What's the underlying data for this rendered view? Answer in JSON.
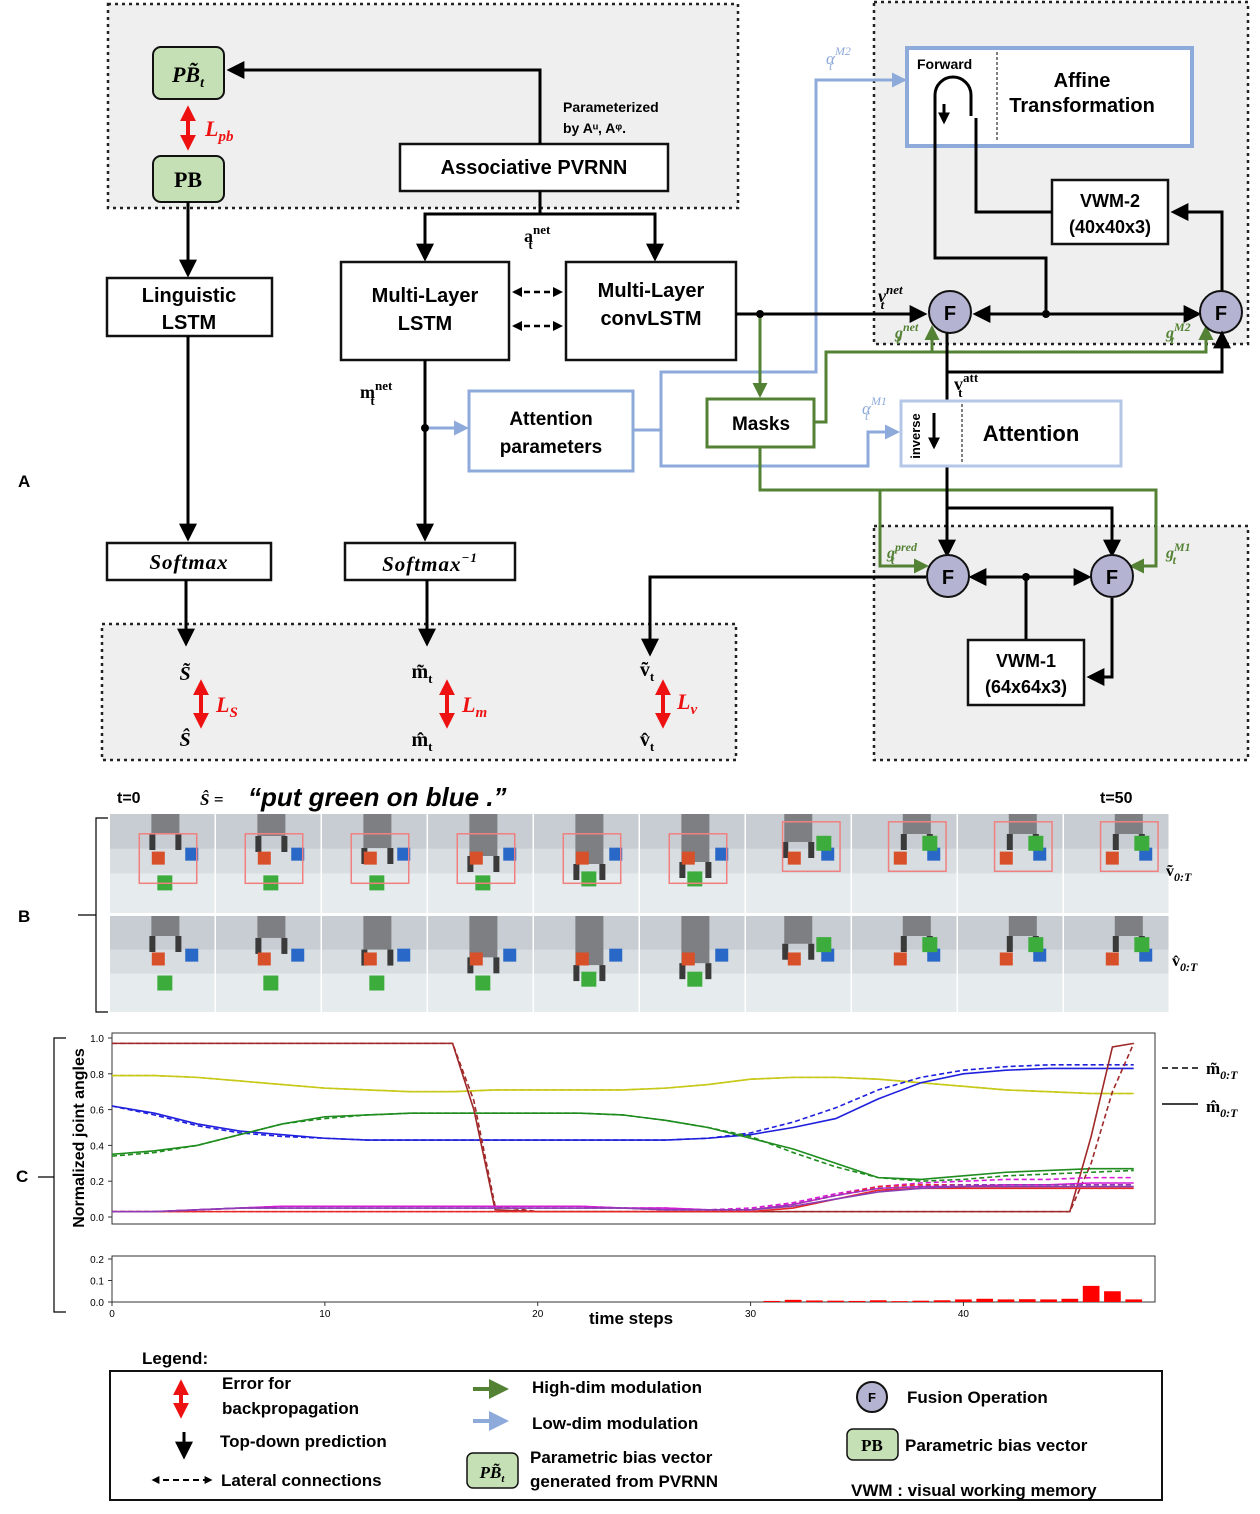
{
  "panel_labels": {
    "a": "A",
    "b": "B",
    "c": "C"
  },
  "diagram": {
    "pb_tilde": "PB̃",
    "pb_tilde_sub": "t",
    "pb": "PB",
    "l_pb": "L",
    "l_pb_sub": "pb",
    "parameterized_line1": "Parameterized",
    "parameterized_line2": "by Aᵘ, Aᵠ.",
    "associative_pvrnn": "Associative PVRNN",
    "a_net": "a",
    "a_net_sup": "net",
    "a_net_sub": "t",
    "linguistic_lstm_line1": "Linguistic",
    "linguistic_lstm_line2": "LSTM",
    "ml_lstm_line1": "Multi-Layer",
    "ml_lstm_line2": "LSTM",
    "ml_convlstm_line1": "Multi-Layer",
    "ml_convlstm_line2": "convLSTM",
    "m_net": "m",
    "m_net_sup": "net",
    "m_net_sub": "t",
    "attention_params_line1": "Attention",
    "attention_params_line2": "parameters",
    "masks": "Masks",
    "alpha_m1": "α",
    "alpha_m1_sup": "M1",
    "alpha_m1_sub": "t",
    "alpha_m2": "α",
    "alpha_m2_sup": "M2",
    "alpha_m2_sub": "t",
    "forward": "Forward",
    "affine_line1": "Affine",
    "affine_line2": "Transformation",
    "inverse": "inverse",
    "attention": "Attention",
    "vwm2_line1": "VWM-2",
    "vwm2_line2": "(40x40x3)",
    "vwm1_line1": "VWM-1",
    "vwm1_line2": "(64x64x3)",
    "fusion": "F",
    "v_net": "v",
    "v_net_sup": "net",
    "v_net_sub": "t",
    "g_net": "g",
    "g_net_sup": "net",
    "g_net_sub": "t",
    "g_m2": "g",
    "g_m2_sup": "M2",
    "g_m2_sub": "t",
    "v_att": "v",
    "v_att_sup": "att",
    "v_att_sub": "t",
    "g_pred": "g",
    "g_pred_sup": "pred",
    "g_pred_sub": "t",
    "g_m1": "g",
    "g_m1_sup": "M1",
    "g_m1_sub": "t",
    "softmax": "Softmax",
    "softmax_inv": "Softmax",
    "softmax_inv_sup": "−1",
    "s_tilde": "S̃",
    "s_hat": "Ŝ",
    "l_s": "L",
    "l_s_sub": "S",
    "m_tilde": "m̃",
    "m_tilde_sub": "t",
    "m_hat": "m̂",
    "m_hat_sub": "t",
    "l_m": "L",
    "l_m_sub": "m",
    "v_tilde": "ṽ",
    "v_tilde_sub": "t",
    "v_hat": "v̂",
    "v_hat_sub": "t",
    "l_v": "L",
    "l_v_sub": "v"
  },
  "sequence": {
    "t_start": "t=0",
    "t_end": "t=50",
    "sentence_symbol": "Ŝ =",
    "sentence": "“put green on blue .”",
    "row_pred_label": "ṽ",
    "row_pred_sub": "0:T",
    "row_gt_label": "v̂",
    "row_gt_sub": "0:T",
    "frames": 10
  },
  "legend": {
    "title": "Legend:",
    "error_line1": "Error for",
    "error_line2": "backpropagation",
    "topdown": "Top-down prediction",
    "lateral": "Lateral connections",
    "highdim": "High-dim modulation",
    "lowdim": "Low-dim modulation",
    "pb_tilde_desc_line1": "Parametric bias vector",
    "pb_tilde_desc_line2": "generated from PVRNN",
    "fusion_desc": "Fusion Operation",
    "pb_desc": "Parametric bias vector",
    "vwm_desc": "VWM :  visual working memory"
  },
  "colors": {
    "green": "#548235",
    "light_blue": "#8eaadb",
    "red": "#ee1111",
    "fusion_fill": "#b4b4d2",
    "pb_fill": "#c5e0b4",
    "panel_bg": "#efefef"
  },
  "chart_data": [
    {
      "type": "line",
      "ylabel": "Normalized joint angles",
      "xlabel": "time steps",
      "xlim": [
        0,
        49
      ],
      "ylim": [
        0,
        1.0
      ],
      "yticks": [
        "0.0",
        "0.2",
        "0.4",
        "0.6",
        "0.8",
        "1.0"
      ],
      "xticks": [
        0,
        10,
        20,
        30,
        40
      ],
      "legend": [
        {
          "style": "dashed",
          "label": "m̃",
          "sub": "0:T"
        },
        {
          "style": "solid",
          "label": "m̂",
          "sub": "0:T"
        }
      ],
      "series": [
        {
          "color": "#c8c818",
          "x": [
            0,
            2,
            4,
            6,
            8,
            10,
            12,
            14,
            16,
            18,
            20,
            22,
            24,
            26,
            28,
            30,
            32,
            34,
            36,
            38,
            40,
            42,
            44,
            46,
            48
          ],
          "values": [
            0.79,
            0.79,
            0.78,
            0.76,
            0.74,
            0.72,
            0.71,
            0.7,
            0.7,
            0.71,
            0.71,
            0.71,
            0.71,
            0.72,
            0.74,
            0.77,
            0.78,
            0.78,
            0.77,
            0.75,
            0.73,
            0.71,
            0.7,
            0.69,
            0.69
          ],
          "dashed": [
            0.79,
            0.79,
            0.78,
            0.76,
            0.74,
            0.72,
            0.71,
            0.7,
            0.7,
            0.71,
            0.71,
            0.71,
            0.71,
            0.72,
            0.74,
            0.77,
            0.78,
            0.78,
            0.77,
            0.75,
            0.73,
            0.71,
            0.7,
            0.69,
            0.69
          ]
        },
        {
          "color": "#1f1fdd",
          "x": [
            0,
            2,
            4,
            6,
            8,
            10,
            12,
            14,
            16,
            18,
            20,
            22,
            24,
            26,
            28,
            30,
            32,
            34,
            36,
            38,
            40,
            42,
            44,
            46,
            48
          ],
          "values": [
            0.62,
            0.58,
            0.52,
            0.48,
            0.46,
            0.44,
            0.43,
            0.43,
            0.43,
            0.43,
            0.43,
            0.43,
            0.43,
            0.43,
            0.44,
            0.46,
            0.5,
            0.55,
            0.66,
            0.75,
            0.8,
            0.82,
            0.83,
            0.83,
            0.83
          ],
          "dashed": [
            0.62,
            0.57,
            0.51,
            0.47,
            0.45,
            0.44,
            0.43,
            0.43,
            0.43,
            0.43,
            0.43,
            0.43,
            0.43,
            0.43,
            0.44,
            0.47,
            0.53,
            0.61,
            0.71,
            0.78,
            0.82,
            0.84,
            0.85,
            0.85,
            0.85
          ]
        },
        {
          "color": "#1e8c1e",
          "x": [
            0,
            2,
            4,
            6,
            8,
            10,
            12,
            14,
            16,
            18,
            20,
            22,
            24,
            26,
            28,
            30,
            32,
            34,
            36,
            38,
            40,
            42,
            44,
            46,
            48
          ],
          "values": [
            0.35,
            0.37,
            0.4,
            0.46,
            0.52,
            0.56,
            0.57,
            0.58,
            0.58,
            0.58,
            0.58,
            0.58,
            0.57,
            0.54,
            0.5,
            0.44,
            0.38,
            0.3,
            0.22,
            0.21,
            0.23,
            0.25,
            0.26,
            0.27,
            0.27
          ],
          "dashed": [
            0.34,
            0.36,
            0.4,
            0.46,
            0.52,
            0.55,
            0.57,
            0.58,
            0.58,
            0.58,
            0.58,
            0.58,
            0.57,
            0.54,
            0.5,
            0.45,
            0.36,
            0.28,
            0.22,
            0.2,
            0.21,
            0.23,
            0.24,
            0.25,
            0.26
          ]
        },
        {
          "color": "#a02828",
          "x": [
            0,
            2,
            4,
            6,
            8,
            10,
            12,
            14,
            16,
            17,
            18,
            20,
            22,
            24,
            26,
            28,
            30,
            32,
            34,
            36,
            38,
            40,
            42,
            44,
            45,
            46,
            47,
            48
          ],
          "values": [
            0.97,
            0.97,
            0.97,
            0.97,
            0.97,
            0.97,
            0.97,
            0.97,
            0.97,
            0.6,
            0.04,
            0.03,
            0.03,
            0.03,
            0.03,
            0.03,
            0.03,
            0.03,
            0.03,
            0.03,
            0.03,
            0.03,
            0.03,
            0.03,
            0.03,
            0.45,
            0.95,
            0.97
          ],
          "dashed": [
            0.97,
            0.97,
            0.97,
            0.97,
            0.97,
            0.97,
            0.97,
            0.97,
            0.97,
            0.65,
            0.06,
            0.03,
            0.03,
            0.03,
            0.03,
            0.03,
            0.03,
            0.03,
            0.03,
            0.03,
            0.03,
            0.03,
            0.03,
            0.03,
            0.03,
            0.3,
            0.7,
            0.97
          ]
        },
        {
          "color": "#d61ad6",
          "x": [
            0,
            2,
            4,
            6,
            8,
            10,
            12,
            14,
            16,
            18,
            20,
            22,
            24,
            26,
            28,
            30,
            32,
            34,
            36,
            38,
            40,
            42,
            44,
            46,
            48
          ],
          "values": [
            0.03,
            0.03,
            0.04,
            0.05,
            0.06,
            0.06,
            0.06,
            0.06,
            0.06,
            0.06,
            0.06,
            0.06,
            0.05,
            0.05,
            0.04,
            0.04,
            0.07,
            0.12,
            0.16,
            0.17,
            0.17,
            0.18,
            0.18,
            0.19,
            0.19
          ],
          "dashed": [
            0.03,
            0.03,
            0.04,
            0.05,
            0.06,
            0.06,
            0.06,
            0.06,
            0.06,
            0.06,
            0.06,
            0.06,
            0.05,
            0.05,
            0.04,
            0.05,
            0.08,
            0.13,
            0.17,
            0.19,
            0.2,
            0.21,
            0.21,
            0.22,
            0.22
          ]
        },
        {
          "color": "#e62828",
          "x": [
            0,
            2,
            4,
            6,
            8,
            10,
            12,
            14,
            16,
            18,
            20,
            22,
            24,
            26,
            28,
            30,
            32,
            34,
            36,
            38,
            40,
            42,
            44,
            46,
            48
          ],
          "values": [
            0.03,
            0.03,
            0.03,
            0.03,
            0.03,
            0.03,
            0.03,
            0.03,
            0.03,
            0.03,
            0.03,
            0.03,
            0.03,
            0.03,
            0.03,
            0.03,
            0.05,
            0.1,
            0.15,
            0.16,
            0.16,
            0.16,
            0.16,
            0.16,
            0.16
          ],
          "dashed": [
            0.03,
            0.03,
            0.03,
            0.03,
            0.03,
            0.03,
            0.03,
            0.03,
            0.03,
            0.03,
            0.03,
            0.03,
            0.03,
            0.03,
            0.03,
            0.04,
            0.07,
            0.12,
            0.17,
            0.18,
            0.18,
            0.18,
            0.18,
            0.18,
            0.18
          ]
        },
        {
          "color": "#8c3cb4",
          "x": [
            0,
            2,
            4,
            6,
            8,
            10,
            12,
            14,
            16,
            18,
            20,
            22,
            24,
            26,
            28,
            30,
            32,
            34,
            36,
            38,
            40,
            42,
            44,
            46,
            48
          ],
          "values": [
            0.03,
            0.03,
            0.04,
            0.05,
            0.05,
            0.05,
            0.05,
            0.05,
            0.05,
            0.05,
            0.05,
            0.05,
            0.05,
            0.04,
            0.04,
            0.04,
            0.06,
            0.1,
            0.14,
            0.16,
            0.17,
            0.17,
            0.17,
            0.17,
            0.17
          ],
          "dashed": [
            0.03,
            0.03,
            0.04,
            0.05,
            0.05,
            0.05,
            0.05,
            0.05,
            0.05,
            0.05,
            0.05,
            0.05,
            0.05,
            0.04,
            0.04,
            0.04,
            0.07,
            0.12,
            0.16,
            0.17,
            0.18,
            0.18,
            0.18,
            0.18,
            0.18
          ]
        }
      ]
    },
    {
      "type": "bar",
      "xlim": [
        0,
        49
      ],
      "ylim": [
        0,
        0.2
      ],
      "yticks": [
        "0.0",
        "0.1",
        "0.2"
      ],
      "xticks": [
        0,
        10,
        20,
        30,
        40
      ],
      "color": "#ff0000",
      "x": [
        31,
        32,
        33,
        34,
        35,
        36,
        37,
        38,
        39,
        40,
        41,
        42,
        43,
        44,
        45,
        46,
        47,
        48
      ],
      "values": [
        0.005,
        0.01,
        0.007,
        0.006,
        0.005,
        0.008,
        0.004,
        0.006,
        0.008,
        0.012,
        0.015,
        0.012,
        0.013,
        0.012,
        0.015,
        0.075,
        0.05,
        0.012
      ]
    }
  ]
}
